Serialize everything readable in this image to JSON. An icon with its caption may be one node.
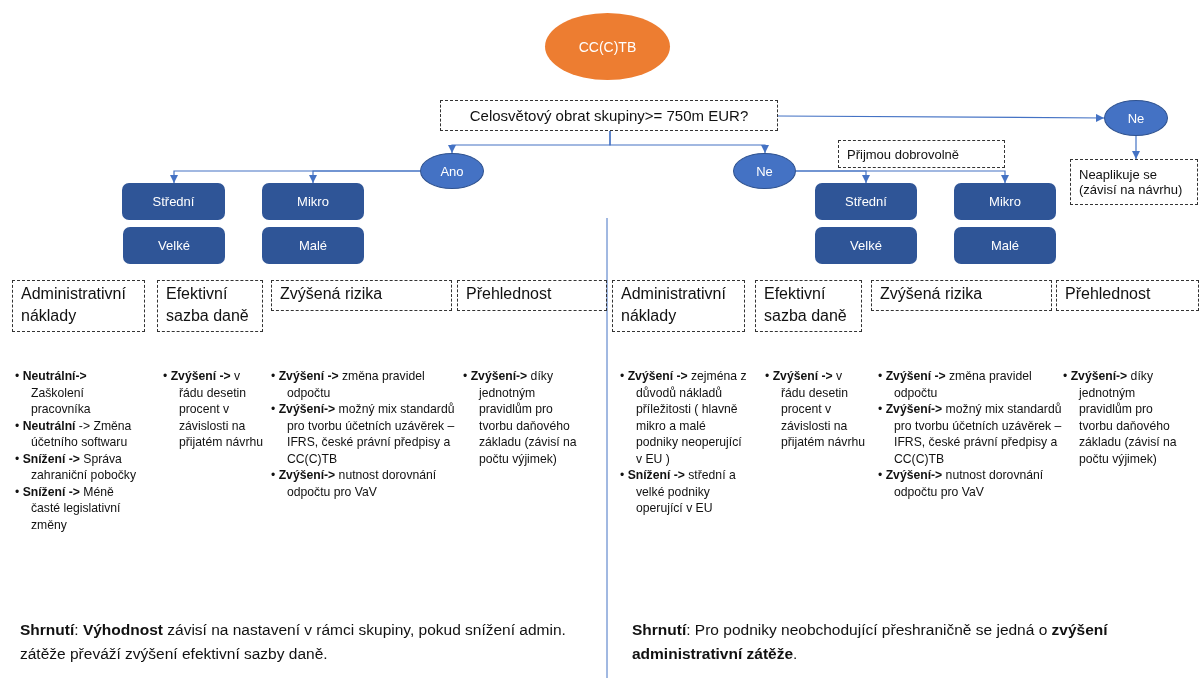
{
  "diagram": {
    "nodes": [
      {
        "text": [
          "CC(C)TB"
        ]
      },
      {
        "text": [
          "Celosvětový obrat skupiny>= 750m EUR?"
        ]
      },
      {
        "text": [
          "Ano"
        ]
      },
      {
        "text": [
          "Ne"
        ]
      },
      {
        "text": [
          "Ne"
        ]
      },
      {
        "text": [
          "Střední"
        ]
      },
      {
        "text": [
          "Mikro"
        ]
      },
      {
        "text": [
          "Velké"
        ]
      },
      {
        "text": [
          "Malé"
        ]
      },
      {
        "text": [
          "Přijmou dobrovolně"
        ]
      },
      {
        "text": [
          "Střední"
        ]
      },
      {
        "text": [
          "Mikro"
        ]
      },
      {
        "text": [
          "Velké"
        ]
      },
      {
        "text": [
          "Malé"
        ]
      },
      {
        "text": [
          "Neaplikuje se (závisí na návrhu)"
        ]
      },
      {
        "text": [
          "Administrativní náklady"
        ]
      },
      {
        "text": [
          "Efektivní sazba daně"
        ]
      },
      {
        "text": [
          "Zvýšená rizika"
        ]
      },
      {
        "text": [
          "Přehlednost"
        ]
      },
      {
        "text": [
          "Administrativní náklady"
        ]
      },
      {
        "text": [
          "Efektivní sazba daně"
        ]
      },
      {
        "text": [
          "Zvýšená rizika"
        ]
      },
      {
        "text": [
          "Přehlednost"
        ]
      }
    ],
    "edges": [
      {
        "from": 1,
        "to": 2,
        "arrow": "to"
      },
      {
        "from": 1,
        "to": 3,
        "arrow": "to"
      },
      {
        "from": 1,
        "to": 4,
        "arrow": "to"
      },
      {
        "from": 2,
        "to": 5,
        "arrow": "to"
      },
      {
        "from": 2,
        "to": 6,
        "arrow": "to"
      },
      {
        "from": 3,
        "to": 10,
        "arrow": "to"
      },
      {
        "from": 3,
        "to": 11,
        "arrow": "to"
      },
      {
        "from": 4,
        "to": 14,
        "arrow": "to"
      }
    ],
    "labels": [
      "• **Neutrální->** Zaškolení pracovníka",
      "• **Neutrální** -> Změna účetního softwaru",
      "• **Snížení ->** Správa zahraniční pobočky",
      "• **Snížení ->** Méně časté legislativní změny",
      "• **Zvýšení ->** v řádu desetin procent v závislosti na přijatém návrhu",
      "• **Zvýšení ->** změna pravidel odpočtu",
      "• **Zvýšení->** možný mix standardů pro tvorbu účetních uzávěrek – IFRS, české právní předpisy a CC(C)TB",
      "• **Zvýšení->** nutnost dorovnání odpočtu pro VaV",
      "• **Zvýšení->** díky jednotným pravidlům pro tvorbu daňového základu (závisí na počtu výjimek)",
      "• **Zvýšení ->** zejména z důvodů nákladů příležitosti ( hlavně mikro a malé podniky neoperující v EU )",
      "• **Snížení ->** střední a velké podniky operující v EU",
      "• **Zvýšení ->** v řádu desetin procent v závislosti na přijatém návrhu",
      "• **Zvýšení ->** změna pravidel odpočtu",
      "• **Zvýšení->** možný mix standardů pro tvorbu účetních uzávěrek – IFRS, české právní předpisy a CC(C)TB",
      "• **Zvýšení->** nutnost dorovnání odpočtu pro VaV",
      "• **Zvýšení->** díky jednotným pravidlům pro tvorbu daňového základu (závisí na počtu výjimek)",
      "**Shrnutí**: **Výhodnost** závisí na nastavení v rámci skupiny, pokud snížení admin. zátěže převáží zvýšení efektivní sazby daně.",
      "**Shrnutí**: Pro podniky neobchodující přeshraničně se jedná o **zvýšení administrativní zátěže**."
    ]
  }
}
